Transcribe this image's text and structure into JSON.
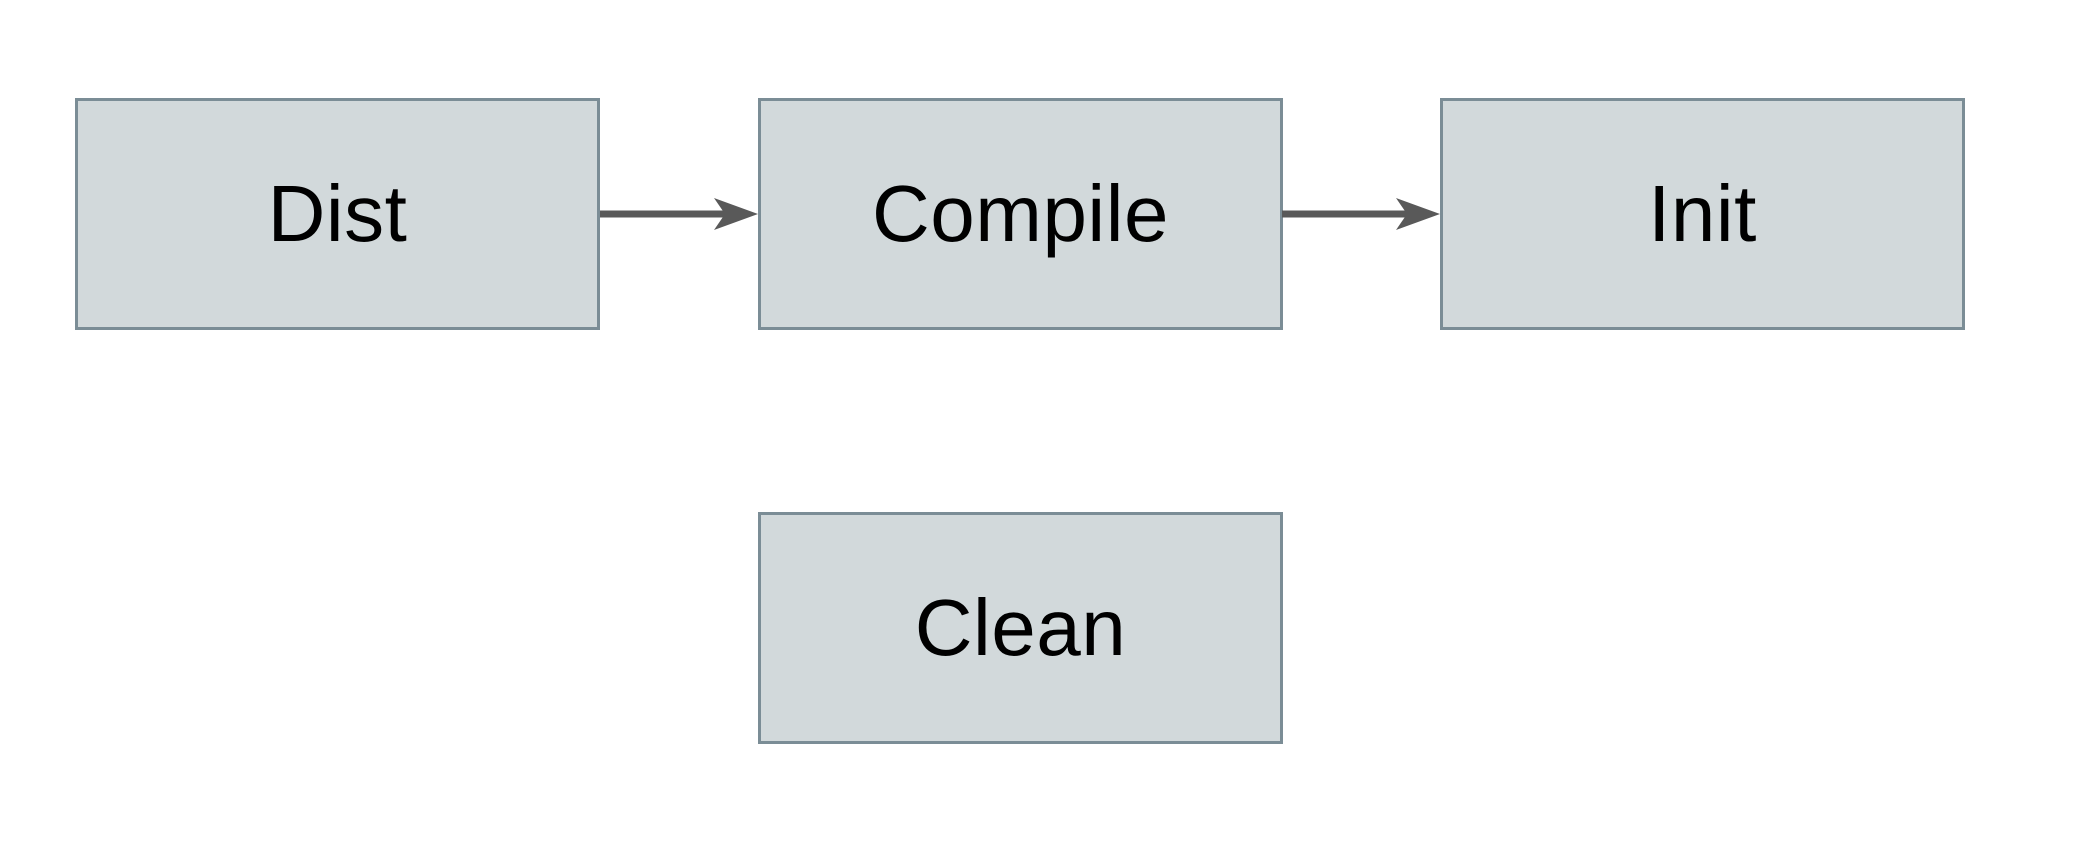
{
  "diagram": {
    "type": "flowchart",
    "background": "#ffffff",
    "nodes": [
      {
        "id": "dist",
        "label": "Dist"
      },
      {
        "id": "compile",
        "label": "Compile"
      },
      {
        "id": "init",
        "label": "Init"
      },
      {
        "id": "clean",
        "label": "Clean"
      }
    ],
    "edges": [
      {
        "from": "Dist",
        "to": "Compile",
        "style": "solid",
        "arrowhead": "stealth-right"
      },
      {
        "from": "Compile",
        "to": "Init",
        "style": "solid",
        "arrowhead": "stealth-right"
      }
    ],
    "colors": {
      "node_fill": "#d2d9db",
      "node_border": "#7b8d96",
      "arrow": "#595959",
      "text": "#000000",
      "background": "#ffffff"
    }
  }
}
